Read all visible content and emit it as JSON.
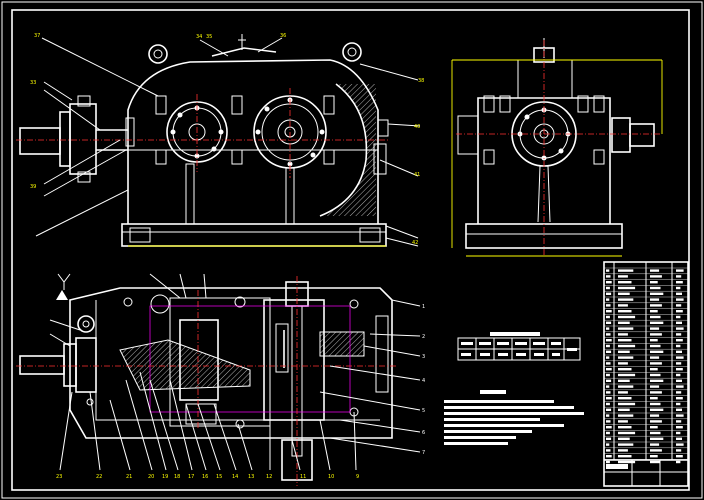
{
  "drawing": {
    "leader_numbers_top": [
      "37",
      "34",
      "35",
      "36",
      "33",
      "38",
      "39",
      "40",
      "41",
      "42"
    ],
    "leader_numbers_bottom": [
      "23",
      "22",
      "21",
      "20",
      "19",
      "18",
      "17",
      "16",
      "15",
      "14",
      "13",
      "12",
      "11",
      "10",
      "9"
    ],
    "leader_numbers_right": [
      "1",
      "2",
      "3",
      "4",
      "5",
      "6",
      "7"
    ]
  },
  "colors": {
    "outline": "#ffffff",
    "dimension": "#ffff00",
    "centerline": "#ff3030",
    "hidden": "#ff00ff",
    "background": "#000000"
  }
}
